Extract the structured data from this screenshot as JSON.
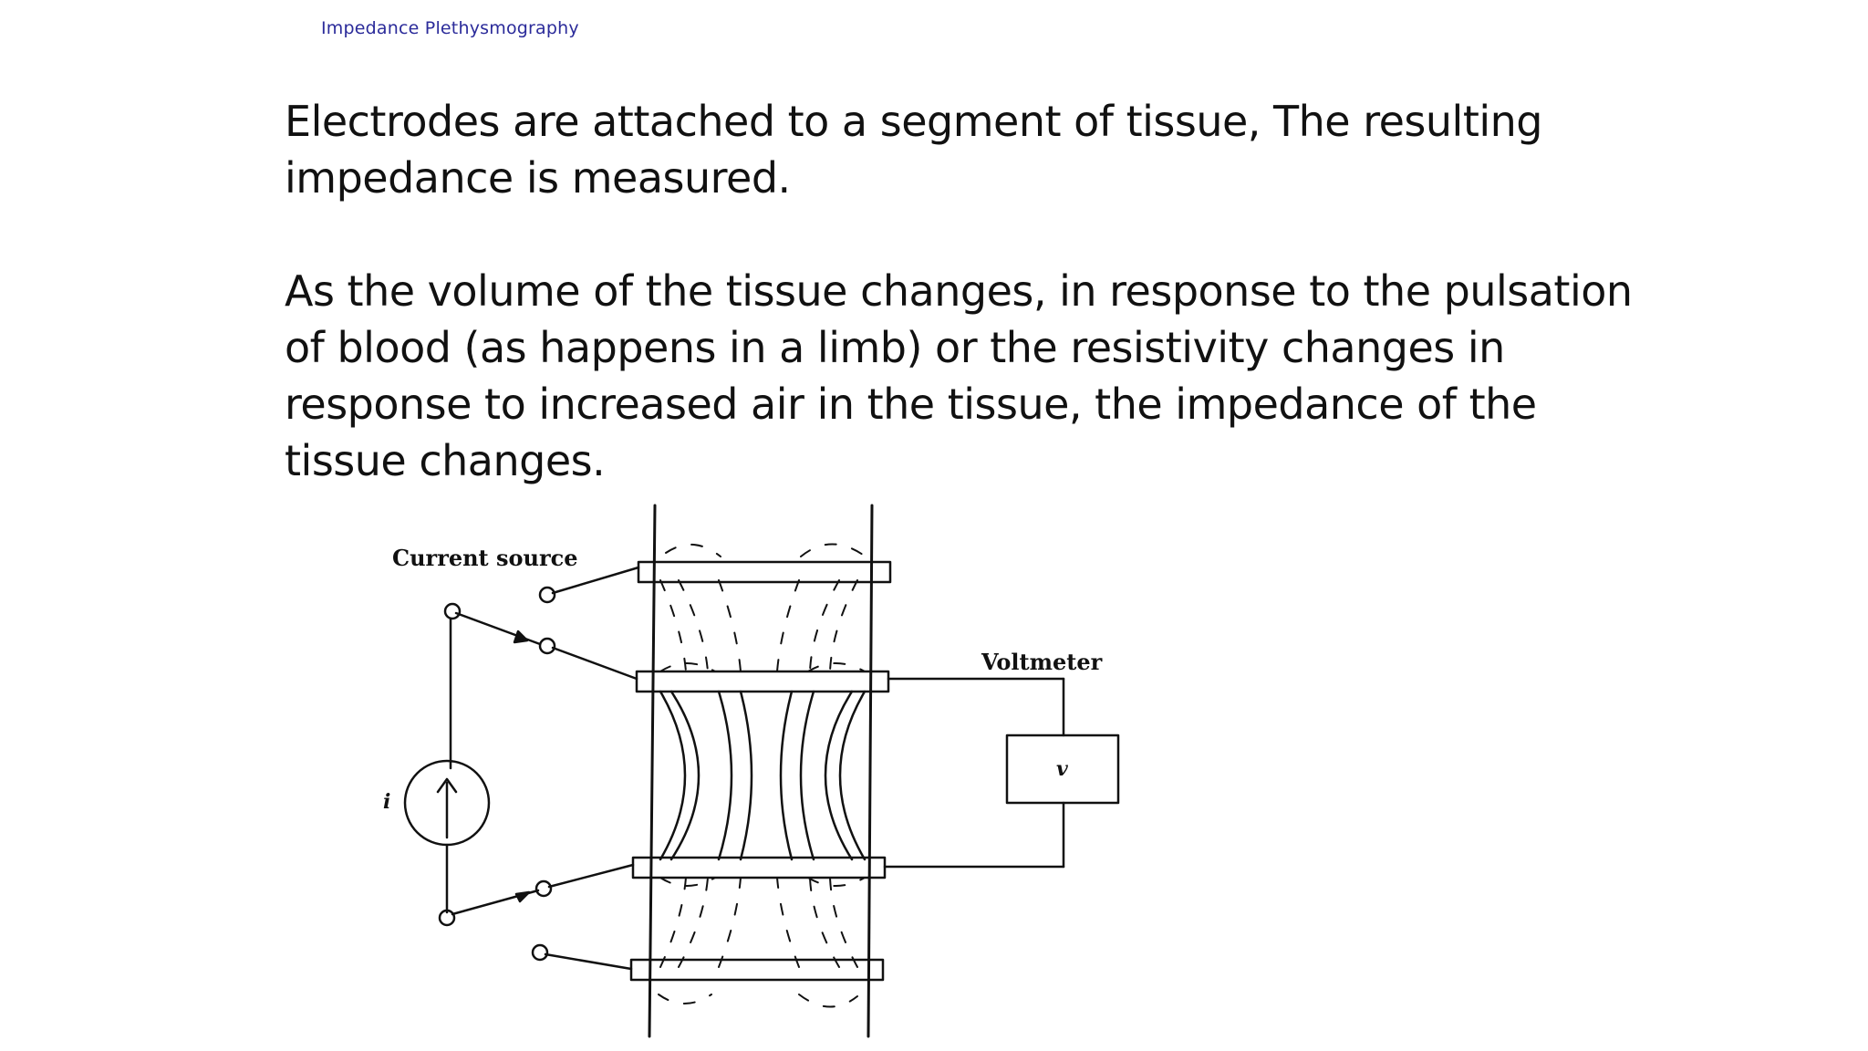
{
  "slide": {
    "header": "Impedance Plethysmography",
    "paragraphs": [
      "Electrodes are attached to a segment of tissue, The resulting impedance is measured.",
      "As the volume of the tissue changes, in response to the pulsation of blood (as happens in a limb) or the resistivity changes in response to increased air in the tissue, the impedance of the tissue changes."
    ]
  },
  "diagram": {
    "labels": {
      "current_source": "Current source",
      "voltmeter": "Voltmeter",
      "current_symbol": "i",
      "voltage_symbol": "v"
    }
  },
  "colors": {
    "header": "#2b2b9a",
    "text": "#111111",
    "background": "#ffffff"
  }
}
